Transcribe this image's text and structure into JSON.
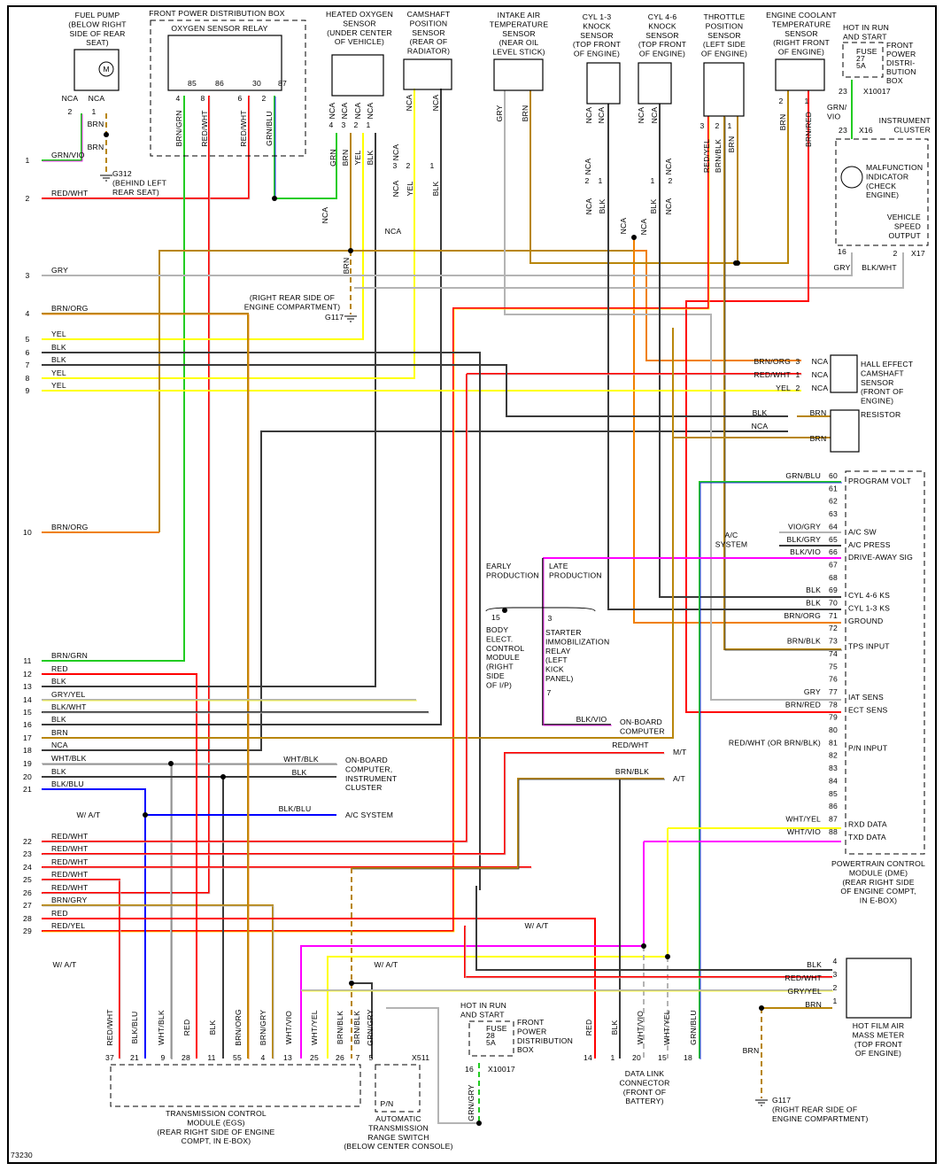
{
  "figure_id": "73230",
  "colors": {
    "GRN": "#22cc22",
    "RED": "#ff0000",
    "BRN": "#b8860b",
    "BLK": "#3a3a3a",
    "GRY": "#b4b4b4",
    "YEL": "#ffff00",
    "ORG": "#f08000",
    "BLU": "#0000ff",
    "VIO": "#ff00ff",
    "WHT": "#cccccc"
  },
  "fuel_pump": {
    "label": [
      "FUEL PUMP",
      "(BELOW RIGHT",
      "SIDE OF REAR",
      "SEAT)"
    ],
    "motor": "M",
    "nca_a": "NCA",
    "nca_b": "NCA",
    "pin_a": "2",
    "pin_b": "1",
    "wire_a": "BRN",
    "wire_b": "BRN"
  },
  "g312": {
    "label": [
      "G312",
      "(BEHIND LEFT",
      "REAR SEAT)"
    ]
  },
  "fpdb": {
    "title": "FRONT POWER DISTRIBUTION BOX",
    "relay": "OXYGEN SENSOR RELAY",
    "terminals": [
      "85",
      "86",
      "30",
      "87"
    ],
    "pins": [
      "4",
      "8",
      "6",
      "2"
    ],
    "wires": [
      "BRN/GRN",
      "RED/WHT",
      "RED/WHT",
      "GRN/BLU"
    ]
  },
  "ho2s": {
    "label": [
      "HEATED OXYGEN",
      "SENSOR",
      "(UNDER CENTER",
      "OF VEHICLE)"
    ],
    "nca": [
      "NCA",
      "NCA",
      "NCA",
      "NCA"
    ],
    "pins": [
      "4",
      "3",
      "2",
      "1"
    ],
    "wires": [
      "GRN",
      "BRN",
      "YEL",
      "BLK"
    ],
    "nca_side": "NCA",
    "nca_mid": "NCA",
    "brn": "BRN"
  },
  "cmp": {
    "label": [
      "CAMSHAFT",
      "POSITION",
      "SENSOR",
      "(REAR OF",
      "RADIATOR)"
    ],
    "nca": [
      "NCA",
      "NCA"
    ],
    "pins": [
      "3",
      "2",
      "1"
    ],
    "nca_pin3": "NCA",
    "wires": [
      "NCA",
      "YEL",
      "BLK"
    ]
  },
  "g117_upper": {
    "label": [
      "(RIGHT REAR SIDE OF",
      "ENGINE COMPARTMENT)"
    ],
    "id": "G117"
  },
  "iat": {
    "label": [
      "INTAKE AIR",
      "TEMPERATURE",
      "SENSOR",
      "(NEAR OIL",
      "LEVEL STICK)"
    ],
    "wires": [
      "GRY",
      "BRN"
    ]
  },
  "ks13": {
    "label": [
      "CYL 1-3",
      "KNOCK",
      "SENSOR",
      "(TOP FRONT",
      "OF ENGINE)"
    ],
    "nca": [
      "NCA",
      "NCA",
      "NCA",
      "NCA",
      "NCA"
    ],
    "pins": [
      "2",
      "1"
    ],
    "blk": "BLK"
  },
  "ks46": {
    "label": [
      "CYL 4-6",
      "KNOCK",
      "SENSOR",
      "(TOP FRONT",
      "OF ENGINE)"
    ],
    "nca": [
      "NCA",
      "NCA",
      "NCA",
      "NCA",
      "NCA"
    ],
    "pins": [
      "1",
      "2"
    ],
    "blk": "BLK"
  },
  "tps": {
    "label": [
      "THROTTLE",
      "POSITION",
      "SENSOR",
      "(LEFT SIDE",
      "OF ENGINE)"
    ],
    "pins": [
      "3",
      "2",
      "1"
    ],
    "wires": [
      "RED/YEL",
      "BRN/BLK",
      "BRN"
    ]
  },
  "ect": {
    "label": [
      "ENGINE COOLANT",
      "TEMPERATURE",
      "SENSOR",
      "(RIGHT FRONT",
      "OF ENGINE)"
    ],
    "pins": [
      "2",
      "1"
    ],
    "wires": [
      "BRN",
      "BRN/RED"
    ]
  },
  "fuse27": {
    "hot": [
      "HOT IN RUN",
      "AND START"
    ],
    "fuse": [
      "FUSE",
      "27",
      "5A"
    ],
    "box": [
      "FRONT",
      "POWER",
      "DISTRI-",
      "BUTION",
      "BOX"
    ],
    "pin": "23",
    "connector": "X10017",
    "wire": [
      "GRN/",
      "VIO"
    ]
  },
  "cluster": {
    "pin": "23",
    "connector": "X16",
    "label": [
      "INSTRUMENT",
      "CLUSTER"
    ],
    "mil": [
      "MALFUNCTION",
      "INDICATOR",
      "(CHECK",
      "ENGINE)"
    ],
    "vso": [
      "VEHICLE",
      "SPEED",
      "OUTPUT"
    ],
    "pin16": "16",
    "pin2": "2",
    "connector2": "X17",
    "wire16": "GRY",
    "wire2": "BLK/WHT"
  },
  "left_wires": [
    {
      "num": "1",
      "label": "GRN/VIO"
    },
    {
      "num": "2",
      "label": "RED/WHT"
    },
    {
      "num": "3",
      "label": "GRY"
    },
    {
      "num": "4",
      "label": "BRN/ORG"
    },
    {
      "num": "5",
      "label": "YEL"
    },
    {
      "num": "6",
      "label": "BLK"
    },
    {
      "num": "7",
      "label": "BLK"
    },
    {
      "num": "8",
      "label": "YEL"
    },
    {
      "num": "9",
      "label": "YEL"
    },
    {
      "num": "10",
      "label": "BRN/ORG"
    },
    {
      "num": "11",
      "label": "BRN/GRN"
    },
    {
      "num": "12",
      "label": "RED"
    },
    {
      "num": "13",
      "label": "BLK"
    },
    {
      "num": "14",
      "label": "GRY/YEL"
    },
    {
      "num": "15",
      "label": "BLK/WHT"
    },
    {
      "num": "16",
      "label": "BLK"
    },
    {
      "num": "17",
      "label": "BRN"
    },
    {
      "num": "18",
      "label": "NCA"
    },
    {
      "num": "19",
      "label": "WHT/BLK"
    },
    {
      "num": "20",
      "label": "BLK"
    },
    {
      "num": "21",
      "label": "BLK/BLU"
    },
    {
      "num": "22",
      "label": "RED/WHT"
    },
    {
      "num": "23",
      "label": "RED/WHT"
    },
    {
      "num": "24",
      "label": "RED/WHT"
    },
    {
      "num": "25",
      "label": "RED/WHT"
    },
    {
      "num": "26",
      "label": "RED/WHT"
    },
    {
      "num": "27",
      "label": "BRN/GRY"
    },
    {
      "num": "28",
      "label": "RED"
    },
    {
      "num": "29",
      "label": "RED/YEL"
    }
  ],
  "hall": {
    "label": [
      "HALL EFFECT",
      "CAMSHAFT",
      "SENSOR",
      "(FRONT OF",
      "ENGINE)"
    ],
    "wires": [
      "BRN/ORG",
      "RED/WHT",
      "YEL"
    ],
    "pins": [
      "3",
      "1",
      "2"
    ],
    "nca": [
      "NCA",
      "NCA",
      "NCA"
    ]
  },
  "resistor": {
    "label": "RESISTOR",
    "blk": "BLK",
    "nca": "NCA",
    "brn_a": "BRN",
    "brn_b": "BRN"
  },
  "pcm": {
    "title": [
      "POWERTRAIN CONTROL",
      "MODULE (DME)",
      "(REAR RIGHT SIDE",
      "OF ENGINE COMPT,",
      "IN E-BOX)"
    ],
    "pins": [
      {
        "pin": "60",
        "wire": "GRN/BLU",
        "func": "PROGRAM VOLT"
      },
      {
        "pin": "61",
        "wire": "",
        "func": ""
      },
      {
        "pin": "62",
        "wire": "",
        "func": ""
      },
      {
        "pin": "63",
        "wire": "",
        "func": ""
      },
      {
        "pin": "64",
        "wire": "VIO/GRY",
        "func": "A/C SW"
      },
      {
        "pin": "65",
        "wire": "BLK/GRY",
        "func": "A/C PRESS"
      },
      {
        "pin": "66",
        "wire": "BLK/VIO",
        "func": "DRIVE-AWAY SIG"
      },
      {
        "pin": "67",
        "wire": "",
        "func": ""
      },
      {
        "pin": "68",
        "wire": "",
        "func": ""
      },
      {
        "pin": "69",
        "wire": "BLK",
        "func": "CYL 4-6 KS"
      },
      {
        "pin": "70",
        "wire": "BLK",
        "func": "CYL 1-3 KS"
      },
      {
        "pin": "71",
        "wire": "BRN/ORG",
        "func": "GROUND"
      },
      {
        "pin": "72",
        "wire": "",
        "func": ""
      },
      {
        "pin": "73",
        "wire": "BRN/BLK",
        "func": "TPS INPUT"
      },
      {
        "pin": "74",
        "wire": "",
        "func": ""
      },
      {
        "pin": "75",
        "wire": "",
        "func": ""
      },
      {
        "pin": "76",
        "wire": "",
        "func": ""
      },
      {
        "pin": "77",
        "wire": "GRY",
        "func": "IAT SENS"
      },
      {
        "pin": "78",
        "wire": "BRN/RED",
        "func": "ECT SENS"
      },
      {
        "pin": "79",
        "wire": "",
        "func": ""
      },
      {
        "pin": "80",
        "wire": "",
        "func": ""
      },
      {
        "pin": "81",
        "wire": "RED/WHT (OR BRN/BLK)",
        "func": "P/N INPUT"
      },
      {
        "pin": "82",
        "wire": "",
        "func": ""
      },
      {
        "pin": "83",
        "wire": "",
        "func": ""
      },
      {
        "pin": "84",
        "wire": "",
        "func": ""
      },
      {
        "pin": "85",
        "wire": "",
        "func": ""
      },
      {
        "pin": "86",
        "wire": "",
        "func": ""
      },
      {
        "pin": "87",
        "wire": "WHT/YEL",
        "func": "RXD DATA"
      },
      {
        "pin": "88",
        "wire": "WHT/VIO",
        "func": "TXD DATA"
      }
    ],
    "ac_system": [
      "A/C",
      "SYSTEM"
    ]
  },
  "production": {
    "early": [
      "EARLY",
      "PRODUCTION"
    ],
    "late": [
      "LATE",
      "PRODUCTION"
    ]
  },
  "bcm": {
    "pin": "15",
    "label": [
      "BODY",
      "ELECT.",
      "CONTROL",
      "MODULE",
      "(RIGHT",
      "SIDE",
      "OF I/P)"
    ]
  },
  "starter_relay": {
    "pin_a": "3",
    "pin_b": "7",
    "label": [
      "STARTER",
      "IMMOBILIZATION",
      "RELAY",
      "(LEFT",
      "KICK",
      "PANEL)"
    ]
  },
  "onboard_computer": {
    "wire": "BLK/VIO",
    "label": [
      "ON-BOARD",
      "COMPUTER"
    ]
  },
  "mt_at": {
    "mt_wire": "RED/WHT",
    "mt": "M/T",
    "at_wire": "BRN/BLK",
    "at": "A/T"
  },
  "outputs": {
    "wht_blk": "WHT/BLK",
    "blk": "BLK",
    "dest1": [
      "ON-BOARD",
      "COMPUTER,",
      "INSTRUMENT",
      "CLUSTER"
    ],
    "blk_blu": "BLK/BLU",
    "dest2": "A/C SYSTEM",
    "wat": "W/ A/T"
  },
  "wat_labels": [
    "W/ A/T",
    "W/ A/T",
    "W/ A/T"
  ],
  "hfm": {
    "pins": [
      "4",
      "3",
      "2",
      "1"
    ],
    "wires": [
      "BLK",
      "RED/WHT",
      "GRY/YEL",
      "BRN"
    ],
    "label": [
      "HOT FILM AIR",
      "MASS METER",
      "(TOP FRONT",
      "OF ENGINE)"
    ],
    "brn": "BRN"
  },
  "g117_lower": {
    "label": [
      "G117",
      "(RIGHT REAR SIDE OF",
      "ENGINE COMPARTMENT)"
    ]
  },
  "tcm": {
    "wires": [
      "RED/WHT",
      "BLK/BLU",
      "WHT/BLK",
      "RED",
      "BLK",
      "BRN/ORG",
      "BRN/GRY",
      "WHT/VIO",
      "WHT/YEL",
      "BRN/BLK"
    ],
    "pins": [
      "37",
      "21",
      "9",
      "28",
      "11",
      "55",
      "4",
      "13",
      "25",
      "26"
    ],
    "label": [
      "TRANSMISSION CONTROL",
      "MODULE (EGS)",
      "(REAR RIGHT SIDE OF ENGINE",
      "COMPT, IN E-BOX)"
    ]
  },
  "range_switch": {
    "wires": [
      "BRN/BLK",
      "GRN/GRY"
    ],
    "pins": [
      "7",
      "5"
    ],
    "connector": "X511",
    "pn": "P/N",
    "label": [
      "AUTOMATIC",
      "TRANSMISSION",
      "RANGE SWITCH",
      "(BELOW CENTER CONSOLE)"
    ]
  },
  "fuse28": {
    "hot": [
      "HOT IN RUN",
      "AND START"
    ],
    "fuse": [
      "FUSE",
      "28",
      "5A"
    ],
    "box": [
      "FRONT",
      "POWER",
      "DISTRIBUTION",
      "BOX"
    ],
    "pin": "16",
    "connector": "X10017",
    "wire": "GRN/GRY"
  },
  "dlc": {
    "wires": [
      "RED",
      "BLK",
      "WHT/VIO",
      "WHT/YEL",
      "GRN/BLU"
    ],
    "pins": [
      "14",
      "1",
      "20",
      "15",
      "18"
    ],
    "label": [
      "DATA LINK",
      "CONNECTOR",
      "(FRONT OF",
      "BATTERY)"
    ]
  }
}
